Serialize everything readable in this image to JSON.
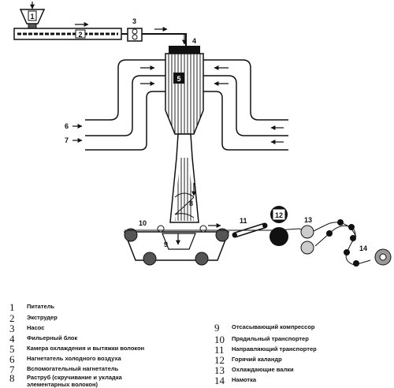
{
  "callouts": [
    "1",
    "2",
    "3",
    "4",
    "5",
    "6",
    "7",
    "8",
    "9",
    "10",
    "11",
    "12",
    "13",
    "14"
  ],
  "legend": [
    {
      "num": "1",
      "text": "Питатель"
    },
    {
      "num": "2",
      "text": "Экструдер"
    },
    {
      "num": "3",
      "text": "Насос"
    },
    {
      "num": "4",
      "text": "Фильерный блок"
    },
    {
      "num": "5",
      "text": "Камера охлаждения и вытяжки волокон"
    },
    {
      "num": "6",
      "text": "Нагнетатель холодного воздуха"
    },
    {
      "num": "7",
      "text": "Вспомогательный нагнетатель"
    },
    {
      "num": "8",
      "text": "Раструб (скручивание и укладка элементарных волокон)"
    },
    {
      "num": "9",
      "text": "Отсасывающий компрессор"
    },
    {
      "num": "10",
      "text": "Прядильный транспортер"
    },
    {
      "num": "11",
      "text": "Направляющий транспортер"
    },
    {
      "num": "12",
      "text": "Горячий каландр"
    },
    {
      "num": "13",
      "text": "Охлаждающие валки"
    },
    {
      "num": "14",
      "text": "Намотка"
    }
  ]
}
